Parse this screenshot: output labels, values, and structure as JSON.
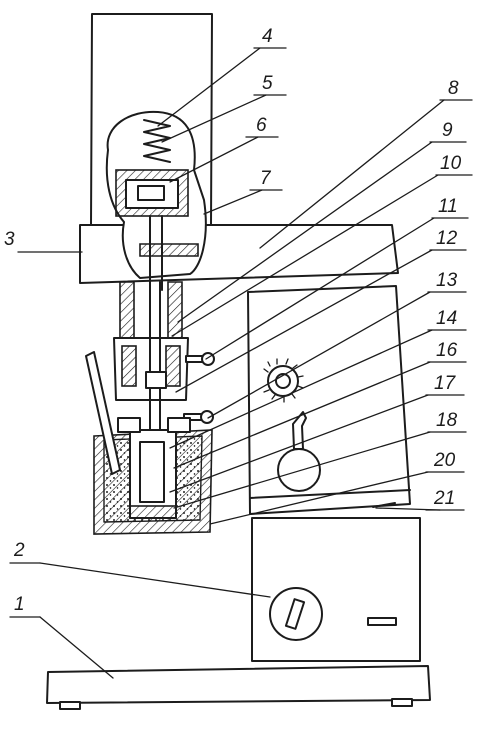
{
  "callouts": [
    {
      "id": "1",
      "label": "1"
    },
    {
      "id": "2",
      "label": "2"
    },
    {
      "id": "3",
      "label": "3"
    },
    {
      "id": "4",
      "label": "4"
    },
    {
      "id": "5",
      "label": "5"
    },
    {
      "id": "6",
      "label": "6"
    },
    {
      "id": "7",
      "label": "7"
    },
    {
      "id": "8",
      "label": "8"
    },
    {
      "id": "9",
      "label": "9"
    },
    {
      "id": "10",
      "label": "10"
    },
    {
      "id": "11",
      "label": "11"
    },
    {
      "id": "12",
      "label": "12"
    },
    {
      "id": "13",
      "label": "13"
    },
    {
      "id": "14",
      "label": "14"
    },
    {
      "id": "16",
      "label": "16"
    },
    {
      "id": "17",
      "label": "17"
    },
    {
      "id": "18",
      "label": "18"
    },
    {
      "id": "20",
      "label": "20"
    },
    {
      "id": "21",
      "label": "21"
    }
  ]
}
